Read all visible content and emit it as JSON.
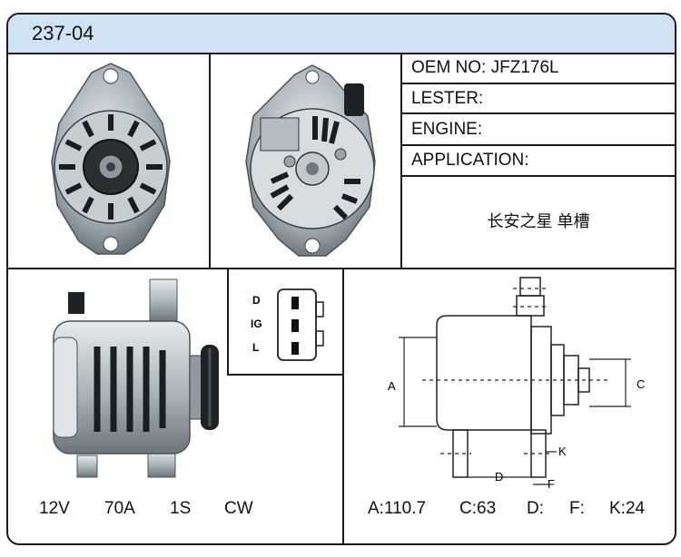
{
  "title": "237-04",
  "info": {
    "oem_label": "OEM NO:",
    "oem_value": "JFZ176L",
    "lester_label": "LESTER:",
    "engine_label": "ENGINE:",
    "application_label": "APPLICATION:",
    "application_value": "长安之星 单槽"
  },
  "connector": {
    "pins": [
      "D",
      "IG",
      "L"
    ]
  },
  "specs": {
    "voltage": "12V",
    "amperage": "70A",
    "pulley": "1S",
    "rotation": "CW"
  },
  "drawing_labels": {
    "a": "A",
    "c": "C",
    "d": "D",
    "f": "F",
    "k": "K"
  },
  "dimensions": {
    "a": "A:110.7",
    "c": "C:63",
    "d": "D:",
    "f": "F:",
    "k": "K:24"
  },
  "colors": {
    "title_bg": "#cfe3f4",
    "border": "#1a1a1a"
  }
}
